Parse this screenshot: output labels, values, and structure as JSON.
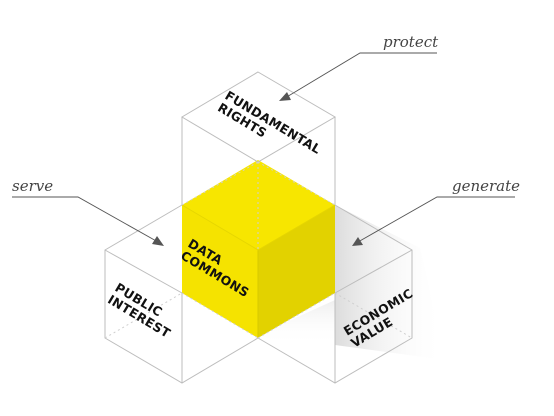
{
  "labels": {
    "top": [
      "FUNDAMENTAL",
      "RIGHTS"
    ],
    "left": [
      "PUBLIC",
      "INTEREST"
    ],
    "center": [
      "DATA",
      "COMMONS"
    ],
    "right": [
      "ECONOMIC",
      "VALUE"
    ]
  },
  "callouts": {
    "protect": "protect",
    "serve": "serve",
    "generate": "generate"
  },
  "colors": {
    "accent_top": "#f7e600",
    "accent_side": "#e4d400",
    "edge": "#bdbdbd",
    "text": "#111111",
    "callout_text": "#444444"
  }
}
